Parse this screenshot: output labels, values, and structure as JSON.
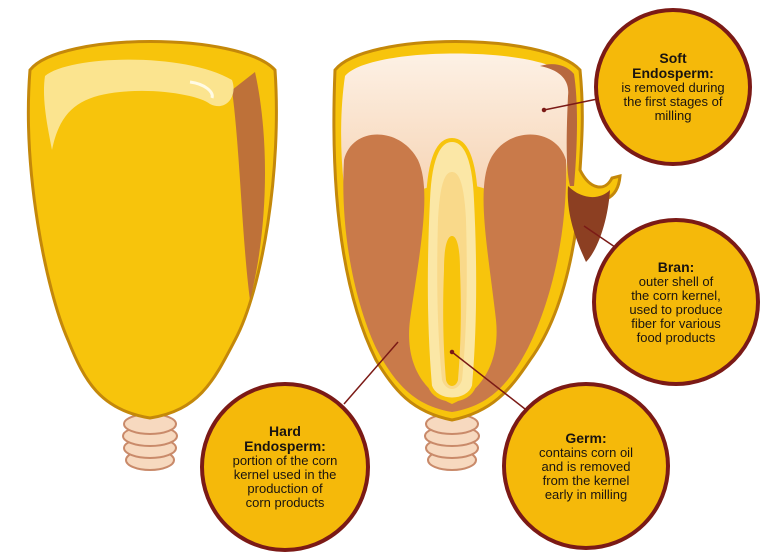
{
  "diagram": {
    "callouts": {
      "soft_endosperm": {
        "title_line1": "Soft",
        "title_line2": "Endosperm:",
        "description": [
          "is removed during",
          "the first stages of",
          "milling"
        ]
      },
      "bran": {
        "title": "Bran:",
        "description": [
          "outer shell of",
          "the corn kernel,",
          "used to produce",
          "fiber for various",
          "food products"
        ]
      },
      "hard_endosperm": {
        "title_line1": "Hard",
        "title_line2": "Endosperm:",
        "description": [
          "portion of the corn",
          "kernel used in the",
          "production of",
          "corn products"
        ]
      },
      "germ": {
        "title": "Germ:",
        "description": [
          "contains corn oil",
          "and is removed",
          "from the kernel",
          "early in milling"
        ]
      }
    },
    "colors": {
      "kernel_yellow": "#f7c40c",
      "kernel_outline": "#c4880a",
      "bran_brown": "#b7683e",
      "soft_endosperm_cream": "#fbe3cd",
      "germ_pale": "#fbe7a6",
      "callout_fill": "#f5b90a",
      "callout_border": "#7b1a16",
      "leader_line": "#7b1a16",
      "tip_cream": "#f7d9bf"
    }
  }
}
